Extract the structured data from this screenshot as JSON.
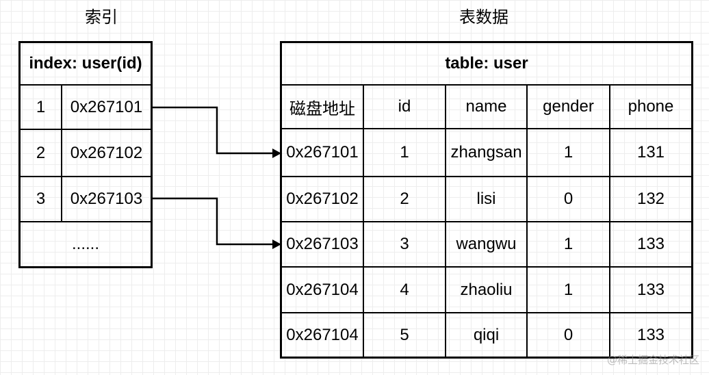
{
  "titles": {
    "index": "索引",
    "table": "表数据"
  },
  "index_box": {
    "header": "index: user(id)",
    "rows": [
      {
        "key": "1",
        "address": "0x267101"
      },
      {
        "key": "2",
        "address": "0x267102"
      },
      {
        "key": "3",
        "address": "0x267103"
      }
    ],
    "ellipsis": "......"
  },
  "table_box": {
    "header": "table: user",
    "columns": [
      "磁盘地址",
      "id",
      "name",
      "gender",
      "phone"
    ],
    "rows": [
      [
        "0x267101",
        "1",
        "zhangsan",
        "1",
        "131"
      ],
      [
        "0x267102",
        "2",
        "lisi",
        "0",
        "132"
      ],
      [
        "0x267103",
        "3",
        "wangwu",
        "1",
        "133"
      ],
      [
        "0x267104",
        "4",
        "zhaoliu",
        "1",
        "133"
      ],
      [
        "0x267104",
        "5",
        "qiqi",
        "0",
        "133"
      ]
    ]
  },
  "arrows": [
    {
      "from": "index row 1",
      "to": "table row 1"
    },
    {
      "from": "index row 3",
      "to": "table row 3"
    }
  ],
  "watermark": "@稀土掘金技术社区",
  "colors": {
    "line": "#000000",
    "grid": "#ededed",
    "background": "#ffffff"
  }
}
